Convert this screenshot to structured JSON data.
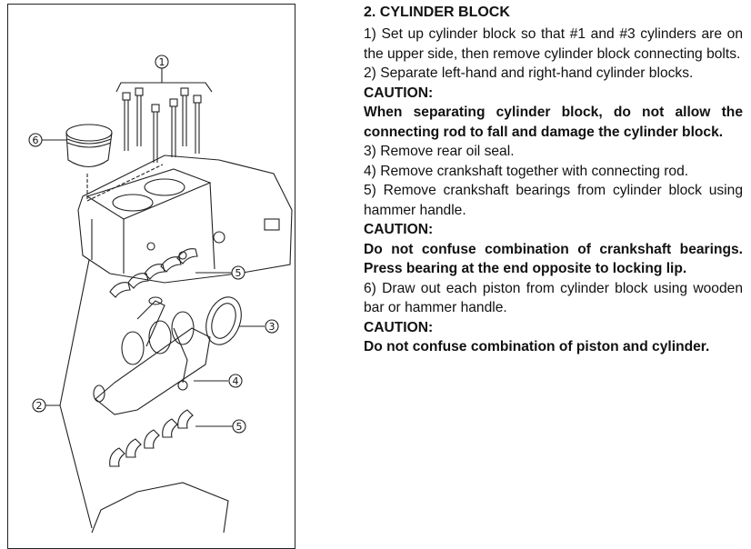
{
  "section": {
    "title": "2. CYLINDER BLOCK",
    "steps": [
      "1) Set up cylinder block so that #1 and #3 cylinders are on the upper side, then remove cylinder block connecting bolts.",
      "2) Separate left-hand and right-hand cylinder blocks.",
      "CAUTION:",
      "When separating cylinder block, do not allow the connecting rod to fall and damage the cylinder block.",
      "3) Remove rear oil seal.",
      "4) Remove crankshaft together with connecting rod.",
      "5) Remove crankshaft bearings from cylinder block using hammer handle.",
      "CAUTION:",
      "Do not confuse combination of crankshaft bearings. Press bearing at the end opposite to locking lip.",
      "6) Draw out each piston from cylinder block using wooden bar or hammer handle.",
      "CAUTION:",
      "Do not confuse combination of piston and cylinder."
    ]
  },
  "figure": {
    "callouts": [
      "1",
      "2",
      "3",
      "4",
      "5",
      "5",
      "6"
    ],
    "parts": [
      "connecting bolts",
      "cylinder block",
      "rear oil seal",
      "crankshaft",
      "crankshaft bearings",
      "crankshaft bearings",
      "piston"
    ]
  }
}
